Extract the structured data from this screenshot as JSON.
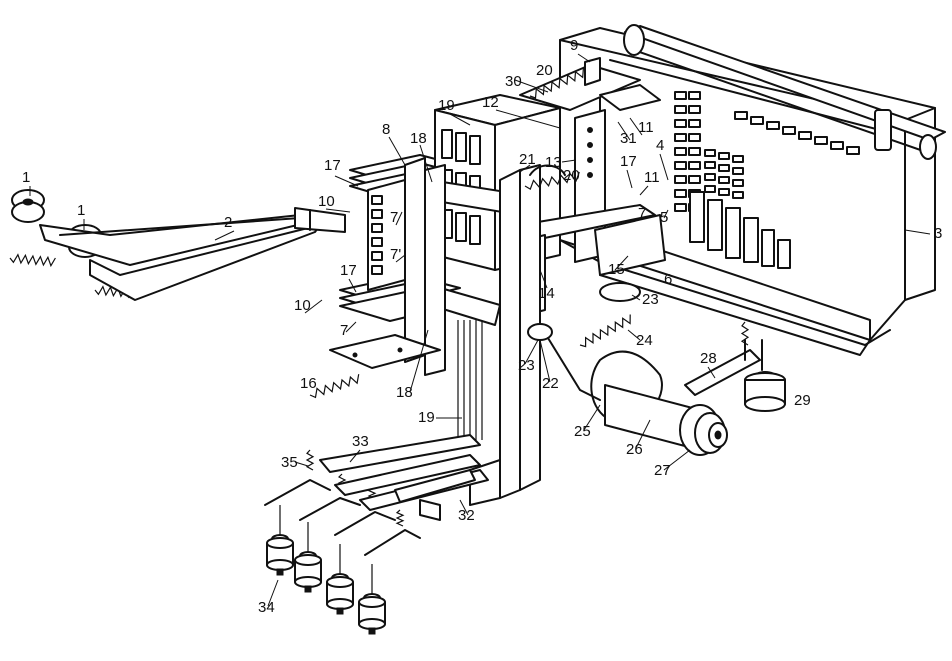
{
  "labels": [
    {
      "id": "l1a",
      "text": "1"
    },
    {
      "id": "l1b",
      "text": "1"
    },
    {
      "id": "l2",
      "text": "2"
    },
    {
      "id": "l3",
      "text": "3"
    },
    {
      "id": "l4",
      "text": "4"
    },
    {
      "id": "l5",
      "text": "5"
    },
    {
      "id": "l6",
      "text": "6"
    },
    {
      "id": "l7a",
      "text": "7"
    },
    {
      "id": "l7b",
      "text": "7'"
    },
    {
      "id": "l7c",
      "text": "7"
    },
    {
      "id": "l7d",
      "text": "7"
    },
    {
      "id": "l8",
      "text": "8"
    },
    {
      "id": "l9",
      "text": "9"
    },
    {
      "id": "l10a",
      "text": "10"
    },
    {
      "id": "l10b",
      "text": "10"
    },
    {
      "id": "l11a",
      "text": "11"
    },
    {
      "id": "l11b",
      "text": "11"
    },
    {
      "id": "l12",
      "text": "12"
    },
    {
      "id": "l13",
      "text": "13"
    },
    {
      "id": "l14",
      "text": "14"
    },
    {
      "id": "l15",
      "text": "15"
    },
    {
      "id": "l16",
      "text": "16"
    },
    {
      "id": "l17a",
      "text": "17"
    },
    {
      "id": "l17b",
      "text": "17"
    },
    {
      "id": "l17c",
      "text": "17"
    },
    {
      "id": "l18a",
      "text": "18"
    },
    {
      "id": "l18b",
      "text": "18"
    },
    {
      "id": "l19a",
      "text": "19"
    },
    {
      "id": "l19b",
      "text": "19"
    },
    {
      "id": "l20a",
      "text": "20"
    },
    {
      "id": "l20b",
      "text": "20"
    },
    {
      "id": "l21",
      "text": "21"
    },
    {
      "id": "l22",
      "text": "22"
    },
    {
      "id": "l23a",
      "text": "23"
    },
    {
      "id": "l23b",
      "text": "23"
    },
    {
      "id": "l24",
      "text": "24"
    },
    {
      "id": "l25",
      "text": "25"
    },
    {
      "id": "l26",
      "text": "26"
    },
    {
      "id": "l27",
      "text": "27"
    },
    {
      "id": "l28",
      "text": "28"
    },
    {
      "id": "l29",
      "text": "29"
    },
    {
      "id": "l30",
      "text": "30"
    },
    {
      "id": "l31",
      "text": "31"
    },
    {
      "id": "l32",
      "text": "32"
    },
    {
      "id": "l33",
      "text": "33"
    },
    {
      "id": "l34",
      "text": "34"
    },
    {
      "id": "l35",
      "text": "35"
    }
  ]
}
